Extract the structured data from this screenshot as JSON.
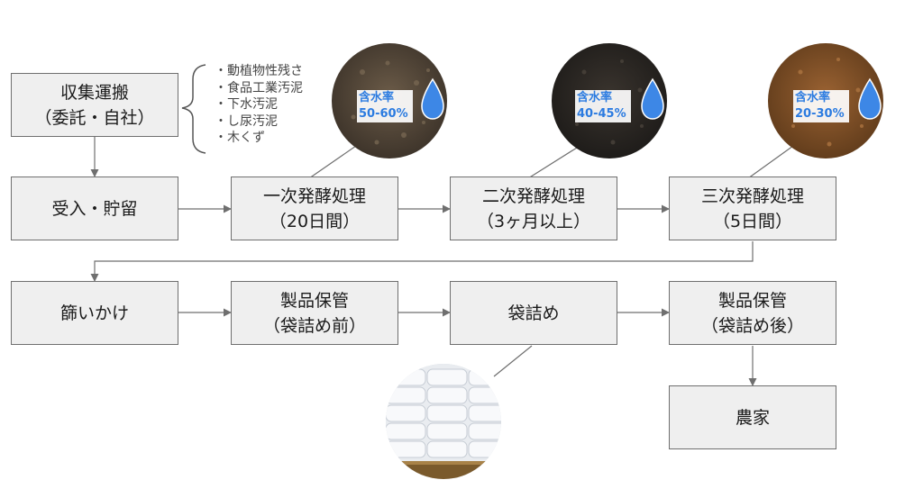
{
  "nodes": {
    "collection": {
      "line1": "収集運搬",
      "line2": "（委託・自社）"
    },
    "receiving": {
      "line1": "受入・貯留"
    },
    "primary": {
      "line1": "一次発酵処理",
      "line2": "（20日間）"
    },
    "secondary": {
      "line1": "二次発酵処理",
      "line2": "（3ヶ月以上）"
    },
    "tertiary": {
      "line1": "三次発酵処理",
      "line2": "（5日間）"
    },
    "sieving": {
      "line1": "篩いかけ"
    },
    "storage_before": {
      "line1": "製品保管",
      "line2": "（袋詰め前）"
    },
    "bagging": {
      "line1": "袋詰め"
    },
    "storage_after": {
      "line1": "製品保管",
      "line2": "（袋詰め後）"
    },
    "farmer": {
      "line1": "農家"
    }
  },
  "materials": [
    "・動植物性残さ",
    "・食品工業汚泥",
    "・下水汚泥",
    "・し尿汚泥",
    "・木くず"
  ],
  "moisture": [
    {
      "label": "含水率",
      "value": "50-60%",
      "soil_color": "#4a3f33",
      "icon": "water-drop-icon"
    },
    {
      "label": "含水率",
      "value": "40-45%",
      "soil_color": "#2a2622",
      "icon": "water-drop-icon"
    },
    {
      "label": "含水率",
      "value": "20-30%",
      "soil_color": "#7a4a22",
      "icon": "water-drop-icon"
    }
  ],
  "colors": {
    "box_fill": "#efefef",
    "box_border": "#6f6f6f",
    "arrow": "#6f6f6f",
    "drop": "#3d87e6",
    "moisture_text": "#2b7be0"
  }
}
